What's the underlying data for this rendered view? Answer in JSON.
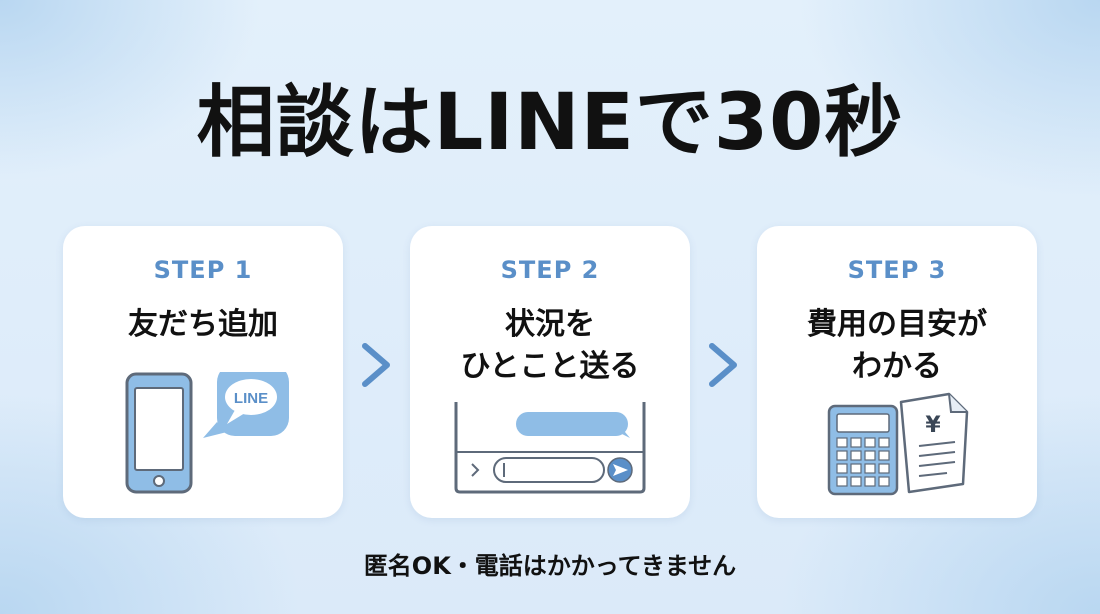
{
  "title": "相談はLINEで30秒",
  "steps": [
    {
      "label": "STEP 1",
      "lines": [
        "友だち追加"
      ],
      "badge": "LINE"
    },
    {
      "label": "STEP 2",
      "lines": [
        "状況を",
        "ひとこと送る"
      ]
    },
    {
      "label": "STEP 3",
      "lines": [
        "費用の目安が",
        "わかる"
      ],
      "currency": "¥"
    }
  ],
  "footer": "匿名OK・電話はかかってきません",
  "colors": {
    "accent": "#5a8fc8",
    "illustration": "#8fbde6",
    "outline": "#5e6a7a"
  },
  "icons": [
    "smartphone-icon",
    "line-bubble-icon",
    "chevron-right-icon",
    "chat-window-icon",
    "send-icon",
    "calculator-icon",
    "invoice-icon"
  ]
}
